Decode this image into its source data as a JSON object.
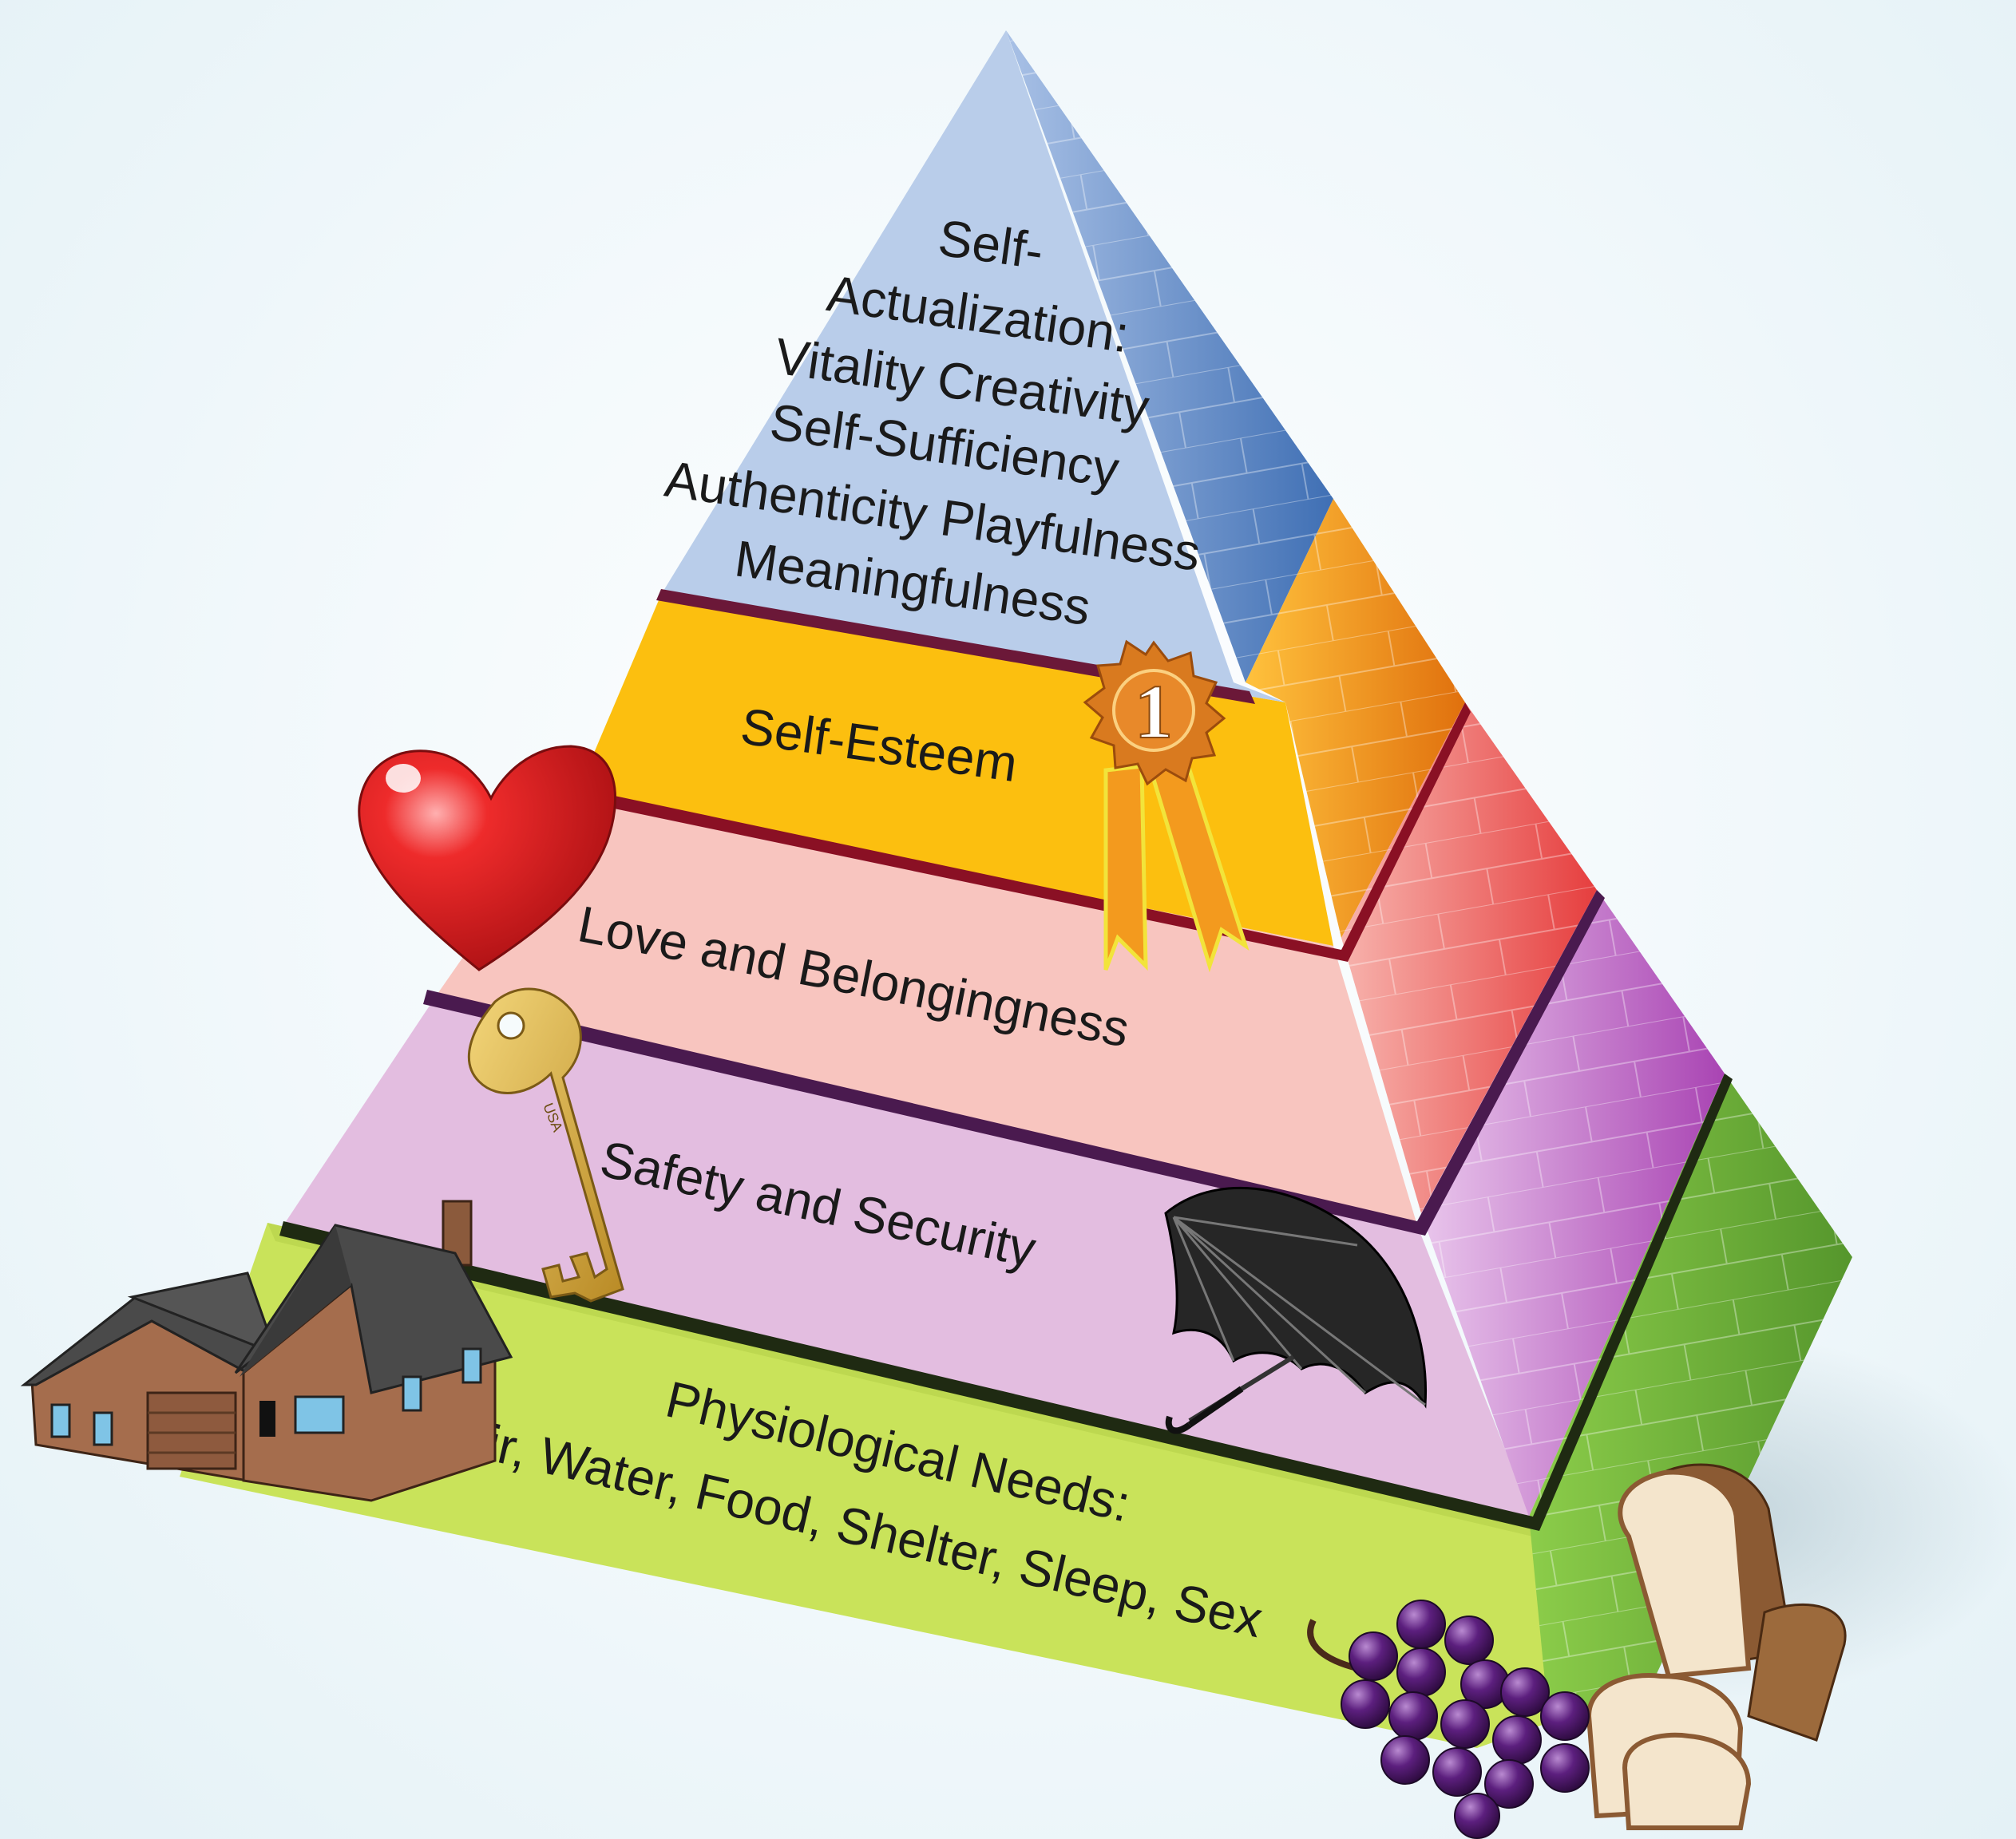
{
  "pyramid": {
    "levels": [
      {
        "id": "self-actualization",
        "lines": [
          "Self-",
          "Actualization:",
          "Vitality Creativity",
          "Self-Sufficiency",
          "Authenticity Playfulness",
          "Meaningfulness"
        ]
      },
      {
        "id": "self-esteem",
        "lines": [
          "Self-Esteem"
        ]
      },
      {
        "id": "love",
        "lines": [
          "Love and Belongingness"
        ]
      },
      {
        "id": "safety",
        "lines": [
          "Safety and Security"
        ]
      },
      {
        "id": "physiological",
        "lines": [
          "Physiological Needs:",
          "Air, Water, Food, Shelter, Sleep, Sex"
        ]
      }
    ]
  },
  "icons": {
    "ribbon_number": "1",
    "key_text": "USA",
    "items": [
      "heart-icon",
      "ribbon-award-icon",
      "key-icon",
      "umbrella-icon",
      "house-icon",
      "grapes-icon",
      "bread-icon"
    ]
  },
  "colors": {
    "self_actualization": "#b9cdea",
    "self_esteem": "#fcbf0f",
    "love": "#f8c5bf",
    "safety": "#e3bde0",
    "physiological": "#c9e35a",
    "side_blue": "#5b86c3",
    "side_orange": "#f08c15",
    "side_red": "#ef5f5f",
    "side_purple": "#b65cc0",
    "side_green": "#6cad3b"
  }
}
